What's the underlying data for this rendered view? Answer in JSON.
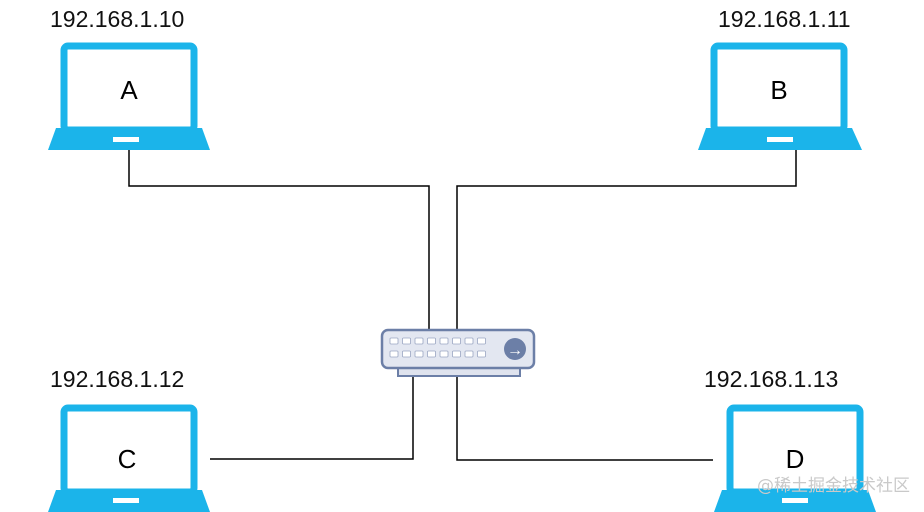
{
  "laptops": [
    {
      "name": "A",
      "ip": "192.168.1.10"
    },
    {
      "name": "B",
      "ip": "192.168.1.11"
    },
    {
      "name": "C",
      "ip": "192.168.1.12"
    },
    {
      "name": "D",
      "ip": "192.168.1.13"
    }
  ],
  "switch": {
    "port_symbol": "→"
  },
  "colors": {
    "laptop": "#1bb4ea",
    "switch_body": "#dfe3ee",
    "switch_edge": "#6c7fa7",
    "line": "#000000"
  },
  "watermark": "@稀土掘金技术社区"
}
